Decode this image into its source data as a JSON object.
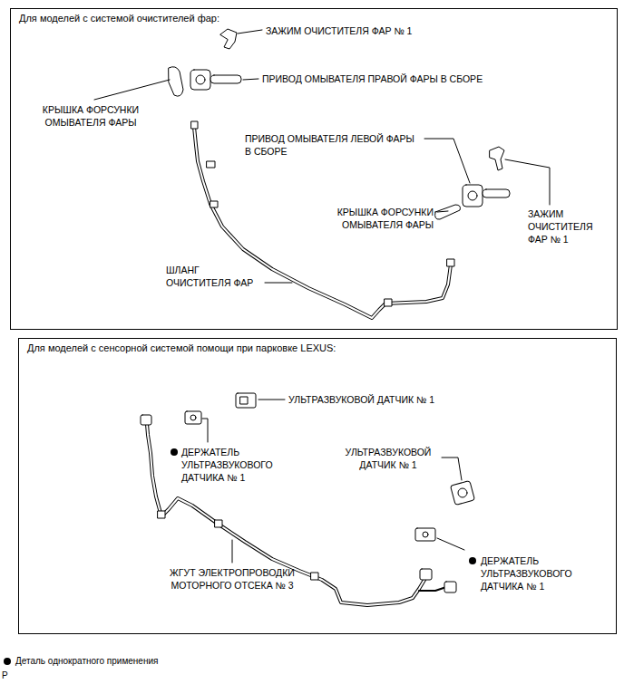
{
  "diagram": {
    "nodes": [
      {
        "text": [
          "Для моделей с системой очистителей фар:"
        ]
      },
      {
        "text": [
          "Для моделей с сенсорной системой помощи при парковке LEXUS:"
        ]
      }
    ],
    "labels": [
      "ЗАЖИМ ОЧИСТИТЕЛЯ ФАР № 1",
      "ПРИВОД ОМЫВАТЕЛЯ ПРАВОЙ ФАРЫ В СБОРЕ",
      "КРЫШКА ФОРСУНКИ ОМЫВАТЕЛЯ ФАРЫ",
      "ПРИВОД ОМЫВАТЕЛЯ ЛЕВОЙ ФАРЫ В СБОРЕ",
      "КРЫШКА ФОРСУНКИ ОМЫВАТЕЛЯ ФАРЫ",
      "ЗАЖИМ ОЧИСТИТЕЛЯ ФАР № 1",
      "ШЛАНГ ОЧИСТИТЕЛЯ ФАР",
      "УЛЬТРАЗВУКОВОЙ ДАТЧИК № 1",
      "ДЕРЖАТЕЛЬ УЛЬТРАЗВУКОВОГО ДАТЧИКА № 1",
      "УЛЬТРАЗВУКОВОЙ ДАТЧИК № 1",
      "ЖГУТ ЭЛЕКТРОПРОВОДКИ МОТОРНОГО ОТСЕКА № 3",
      "ДЕРЖАТЕЛЬ УЛЬТРАЗВУКОВОГО ДАТЧИКА № 1",
      "P"
    ],
    "legend": [
      {
        "text": "Деталь однократного применения"
      }
    ]
  }
}
